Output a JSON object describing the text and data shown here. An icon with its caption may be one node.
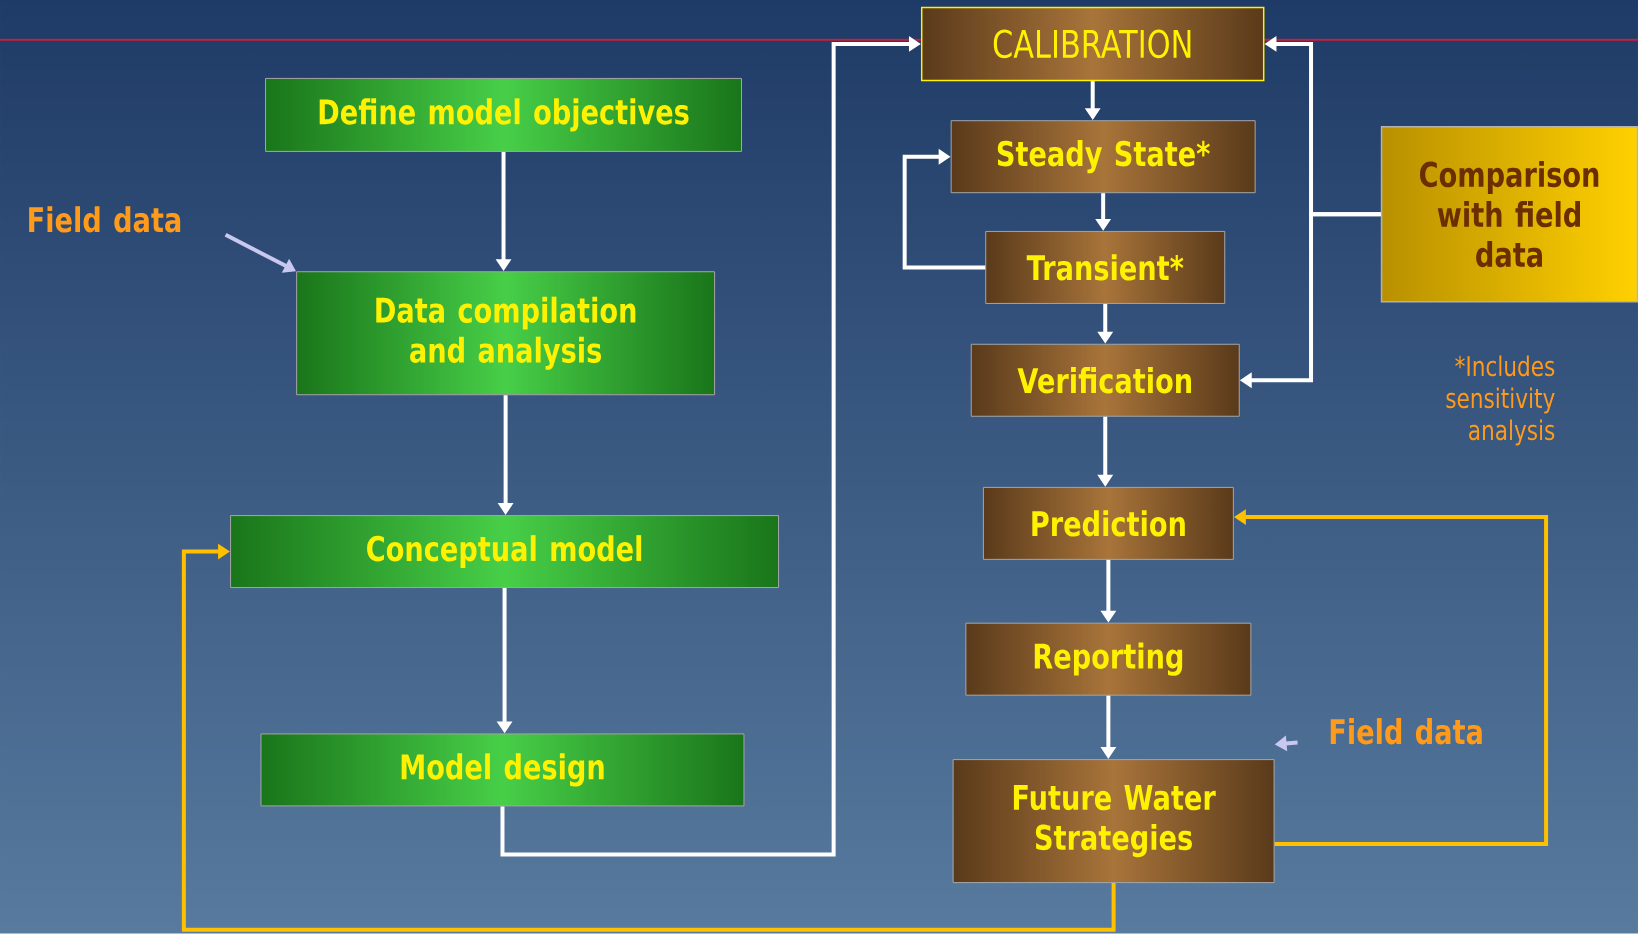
{
  "diagram": {
    "nodes": [
      {
        "text": [
          "Define model objectives"
        ]
      },
      {
        "text": [
          "Data compilation and analysis"
        ]
      },
      {
        "text": [
          "Conceptual model"
        ]
      },
      {
        "text": [
          "Model design"
        ]
      },
      {
        "text": [
          "CALIBRATION"
        ]
      },
      {
        "text": [
          "Steady State*"
        ]
      },
      {
        "text": [
          "Transient*"
        ]
      },
      {
        "text": [
          "Verification"
        ]
      },
      {
        "text": [
          "Prediction"
        ]
      },
      {
        "text": [
          "Reporting"
        ]
      },
      {
        "text": [
          "Future Water Strategies"
        ]
      },
      {
        "text": [
          "Comparison with field data"
        ]
      },
      {
        "text": [
          "Field data"
        ]
      },
      {
        "text": [
          "Field data"
        ]
      }
    ],
    "edges": [
      {
        "from": 0,
        "to": 1,
        "arrow": "to"
      },
      {
        "from": 1,
        "to": 2,
        "arrow": "to"
      },
      {
        "from": 2,
        "to": 3,
        "arrow": "to"
      },
      {
        "from": 3,
        "to": 4,
        "arrow": "to"
      },
      {
        "from": 4,
        "to": 5,
        "arrow": "to"
      },
      {
        "from": 5,
        "to": 6,
        "arrow": "to"
      },
      {
        "from": 6,
        "to": 5,
        "arrow": "to"
      },
      {
        "from": 6,
        "to": 7,
        "arrow": "to"
      },
      {
        "from": 11,
        "to": 4,
        "arrow": "to"
      },
      {
        "from": 11,
        "to": 7,
        "arrow": "to"
      },
      {
        "from": 7,
        "to": 8,
        "arrow": "to"
      },
      {
        "from": 8,
        "to": 9,
        "arrow": "to"
      },
      {
        "from": 9,
        "to": 10,
        "arrow": "to"
      },
      {
        "from": 10,
        "to": 8,
        "arrow": "to",
        "color": "#ffc000"
      },
      {
        "from": 10,
        "to": 2,
        "arrow": "to",
        "color": "#ffc000"
      },
      {
        "from": 12,
        "to": 1,
        "arrow": "to",
        "color": "#c8c8f0"
      },
      {
        "from": 13,
        "to": 10,
        "arrow": "to",
        "color": "#c8c8f0"
      }
    ],
    "labels": [
      "*Includes sensitivity analysis"
    ]
  }
}
